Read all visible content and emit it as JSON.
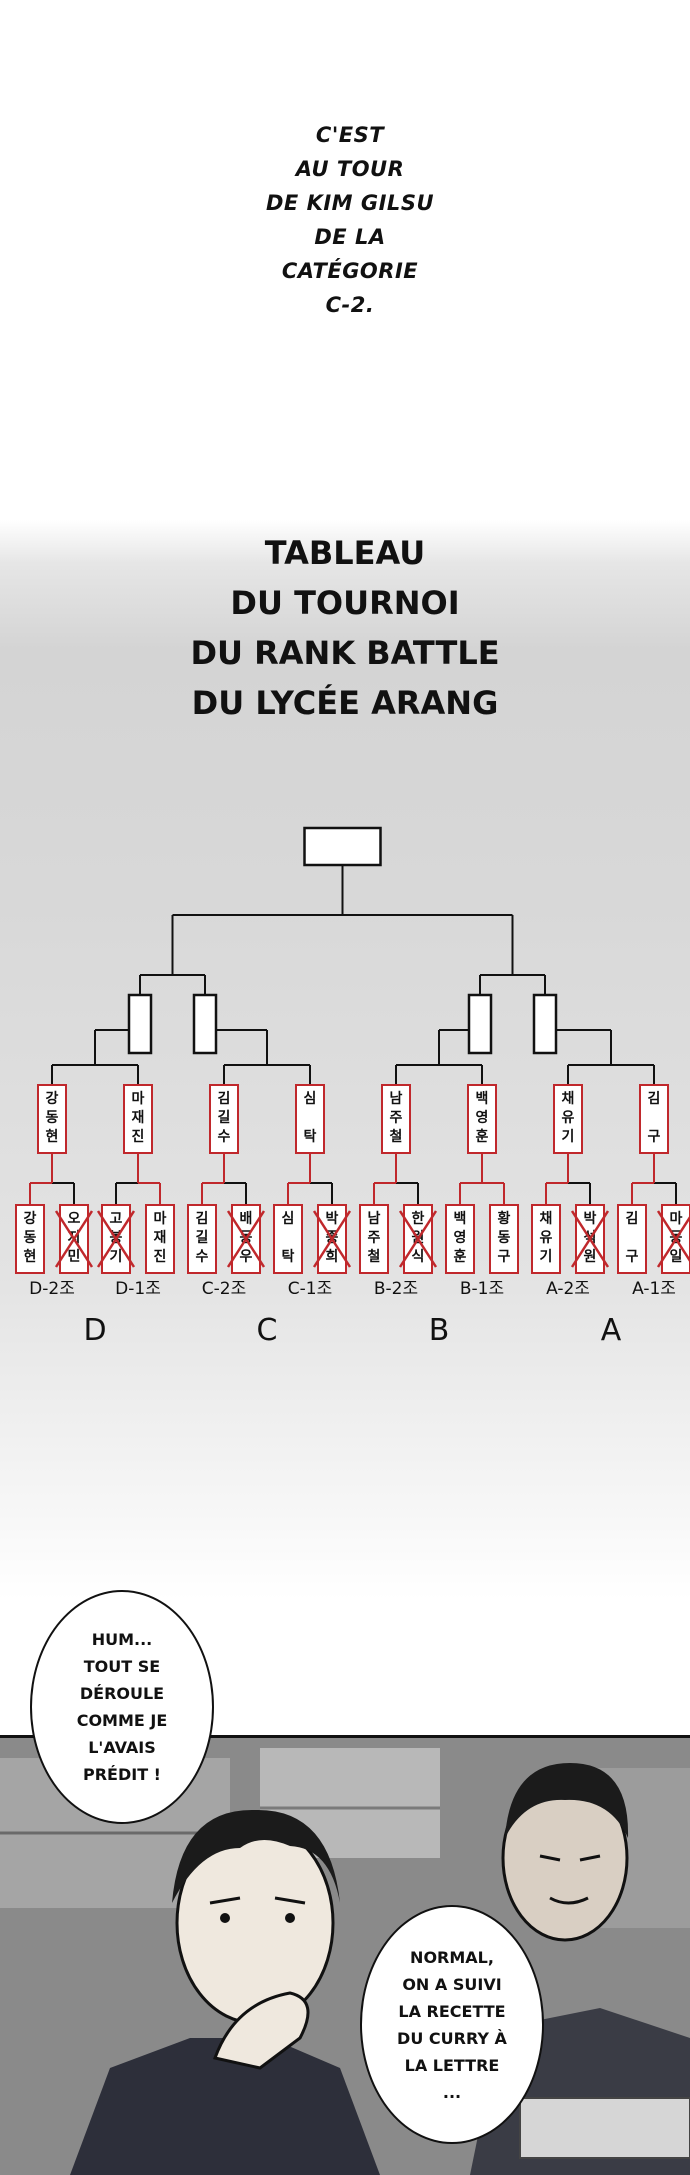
{
  "caption": {
    "lines": [
      "C'EST",
      "AU TOUR",
      "DE KIM GILSU",
      "DE LA CATÉGORIE",
      "C-2."
    ]
  },
  "title": {
    "lines": [
      "TABLEAU",
      "DU TOURNOI",
      "DU RANK BATTLE",
      "DU LYCÉE ARANG"
    ]
  },
  "bracket": {
    "round1": [
      {
        "name": "강동현",
        "out": false
      },
      {
        "name": "오지민",
        "out": true
      },
      {
        "name": "고봉기",
        "out": true
      },
      {
        "name": "마재진",
        "out": false
      },
      {
        "name": "김길수",
        "out": false
      },
      {
        "name": "배동우",
        "out": true
      },
      {
        "name": "심 탁",
        "out": false
      },
      {
        "name": "박종희",
        "out": true
      },
      {
        "name": "남주철",
        "out": false
      },
      {
        "name": "한원식",
        "out": true
      },
      {
        "name": "백영훈",
        "out": false
      },
      {
        "name": "황동구",
        "out": false
      },
      {
        "name": "채유기",
        "out": false
      },
      {
        "name": "박석원",
        "out": true
      },
      {
        "name": "김 구",
        "out": false
      },
      {
        "name": "마동일",
        "out": true
      }
    ],
    "round2": [
      "강동현",
      "마재진",
      "김길수",
      "심 탁",
      "남주철",
      "백영훈",
      "채유기",
      "김 구"
    ],
    "groups": [
      "D-2조",
      "D-1조",
      "C-2조",
      "C-1조",
      "B-2조",
      "B-1조",
      "A-2조",
      "A-1조"
    ],
    "categories": [
      "D",
      "C",
      "B",
      "A"
    ],
    "colors": {
      "red": "#c0282c",
      "line": "#111111"
    }
  },
  "bubble_left": {
    "lines": [
      "HUM...",
      "TOUT SE",
      "DÉROULE",
      "COMME JE",
      "L'AVAIS",
      "PRÉDIT !"
    ]
  },
  "bubble_right": {
    "lines": [
      "NORMAL,",
      "ON A SUIVI",
      "LA RECETTE",
      "DU CURRY À",
      "LA LETTRE",
      "..."
    ]
  }
}
